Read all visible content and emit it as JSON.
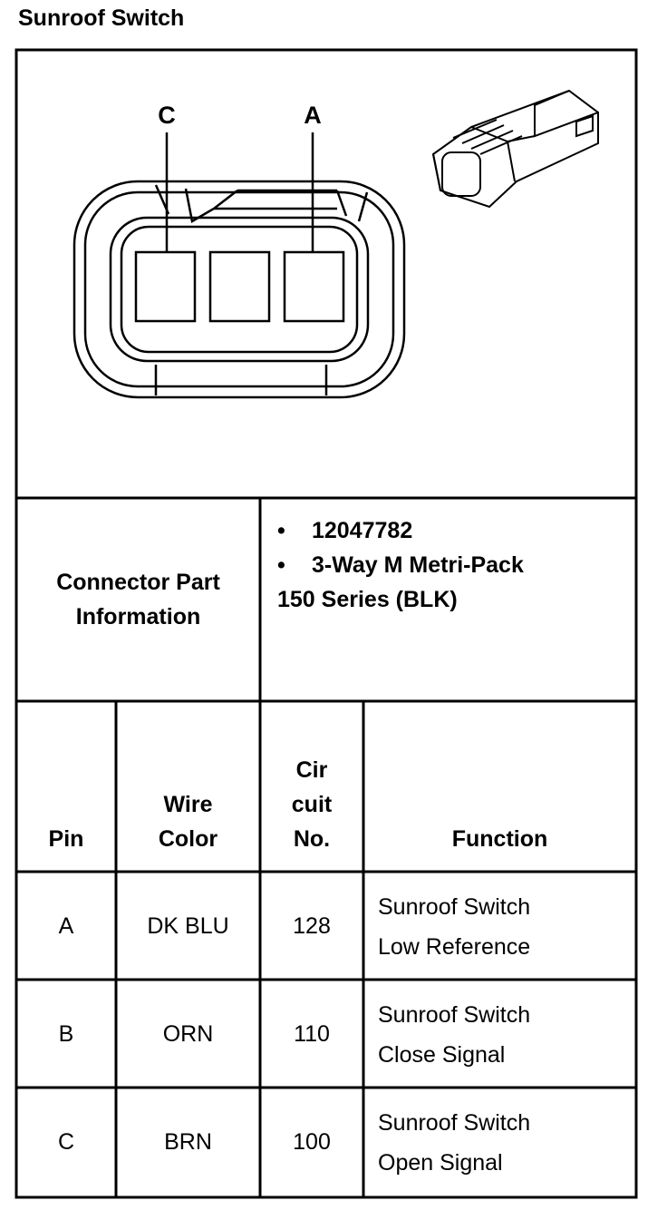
{
  "title": "Sunroof Switch",
  "connector": {
    "pin_labels": [
      "C",
      "A"
    ]
  },
  "part_info": {
    "label_lines": [
      "Connector Part",
      "Information"
    ],
    "bullets": [
      "12047782",
      "3-Way M Metri-Pack"
    ],
    "continuation": "150 Series (BLK)",
    "bullet_glyph": "•"
  },
  "table": {
    "headers": {
      "pin": "Pin",
      "wire_color": [
        "Wire",
        "Color"
      ],
      "circuit": [
        "Cir",
        "cuit",
        "No."
      ],
      "function": "Function"
    },
    "rows": [
      {
        "pin": "A",
        "wire_color": "DK BLU",
        "circuit": "128",
        "function": [
          "Sunroof Switch",
          "Low Reference"
        ]
      },
      {
        "pin": "B",
        "wire_color": "ORN",
        "circuit": "110",
        "function": [
          "Sunroof Switch",
          "Close Signal"
        ]
      },
      {
        "pin": "C",
        "wire_color": "BRN",
        "circuit": "100",
        "function": [
          "Sunroof Switch",
          "Open Signal"
        ]
      }
    ]
  }
}
